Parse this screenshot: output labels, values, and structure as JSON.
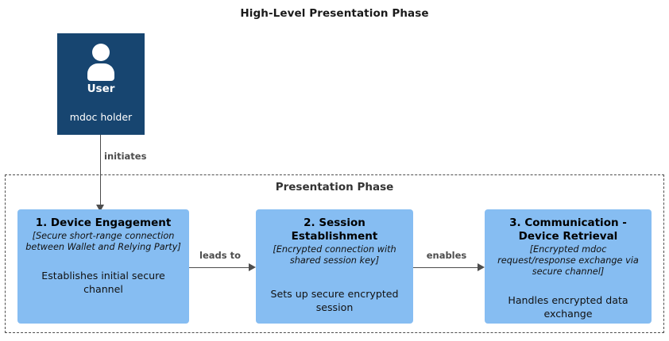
{
  "title": "High-Level Presentation Phase",
  "actor": {
    "icon": "user-person-icon",
    "name": "User",
    "role": "mdoc holder",
    "color": "#174570"
  },
  "connectors": {
    "initiates": "initiates",
    "leads_to": "leads to",
    "enables": "enables"
  },
  "phase": {
    "title": "Presentation Phase",
    "border_style": "dashed",
    "border_color": "#4d4d4d",
    "steps": [
      {
        "heading": "1. Device Engagement",
        "detail": "[Secure short-range connection between Wallet and Relying Party]",
        "summary": "Establishes initial secure channel",
        "color": "#86bdf2"
      },
      {
        "heading": "2. Session Establishment",
        "detail": "[Encrypted connection with shared session key]",
        "summary": "Sets up secure encrypted session",
        "color": "#86bdf2"
      },
      {
        "heading": "3. Communication - Device Retrieval",
        "detail": "[Encrypted mdoc request/response exchange via secure channel]",
        "summary": "Handles encrypted data exchange",
        "color": "#86bdf2"
      }
    ]
  }
}
